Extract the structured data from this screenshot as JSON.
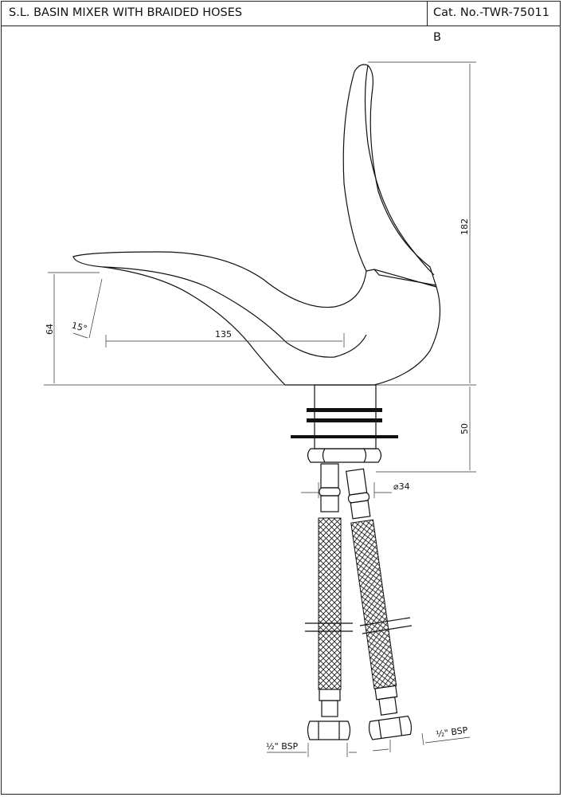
{
  "header": {
    "title": "S.L. BASIN MIXER WITH  BRAIDED HOSES",
    "catalog": "Cat. No.-TWR-75011 B"
  },
  "dimensions": {
    "height_total": "182",
    "base_height": "50",
    "spout_height": "64",
    "spout_reach": "135",
    "angle": "15°",
    "diameter": "⌀34",
    "connector_left": "½\" BSP",
    "connector_right": "½\" BSP"
  }
}
